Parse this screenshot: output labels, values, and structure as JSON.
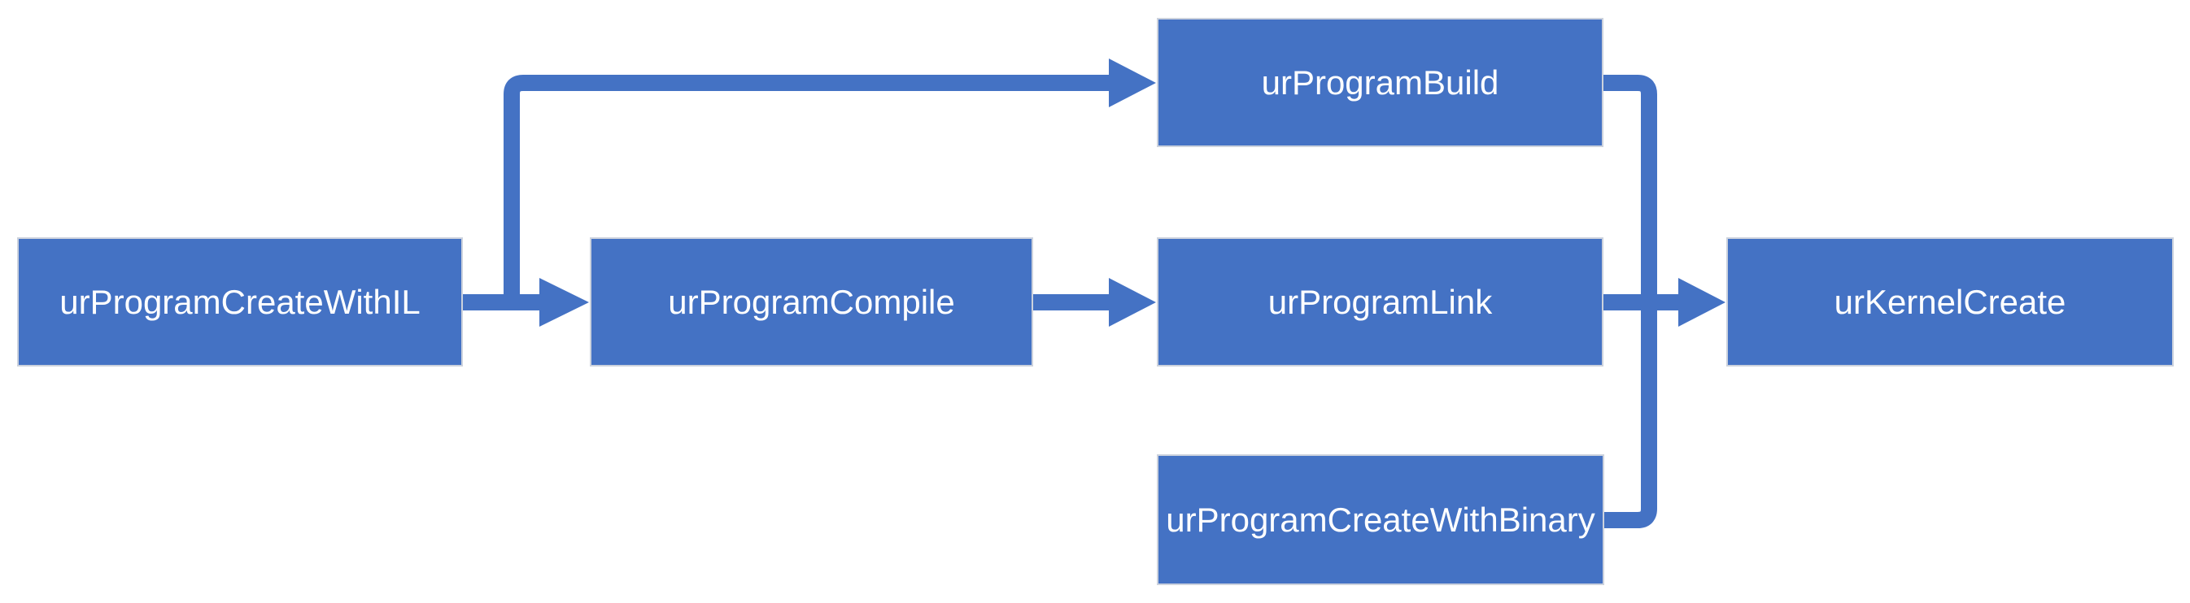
{
  "diagram": {
    "background_color": "#ffffff",
    "node_fill_color": "#4472c4",
    "node_border_color": "#ccd2dd",
    "connector_color": "#4472c4",
    "text_color": "#ffffff",
    "nodes": [
      {
        "id": "urProgramCreateWithIL",
        "label": "urProgramCreateWithIL"
      },
      {
        "id": "urProgramCompile",
        "label": "urProgramCompile"
      },
      {
        "id": "urProgramBuild",
        "label": "urProgramBuild"
      },
      {
        "id": "urProgramLink",
        "label": "urProgramLink"
      },
      {
        "id": "urProgramCreateWithBinary",
        "label": "urProgramCreateWithBinary"
      },
      {
        "id": "urKernelCreate",
        "label": "urKernelCreate"
      }
    ],
    "edges": [
      {
        "from": "urProgramCreateWithIL",
        "to": "urProgramCompile"
      },
      {
        "from": "urProgramCreateWithIL",
        "to": "urProgramBuild"
      },
      {
        "from": "urProgramCompile",
        "to": "urProgramLink"
      },
      {
        "from": "urProgramBuild",
        "to": "urKernelCreate"
      },
      {
        "from": "urProgramLink",
        "to": "urKernelCreate"
      },
      {
        "from": "urProgramCreateWithBinary",
        "to": "urKernelCreate"
      }
    ]
  }
}
